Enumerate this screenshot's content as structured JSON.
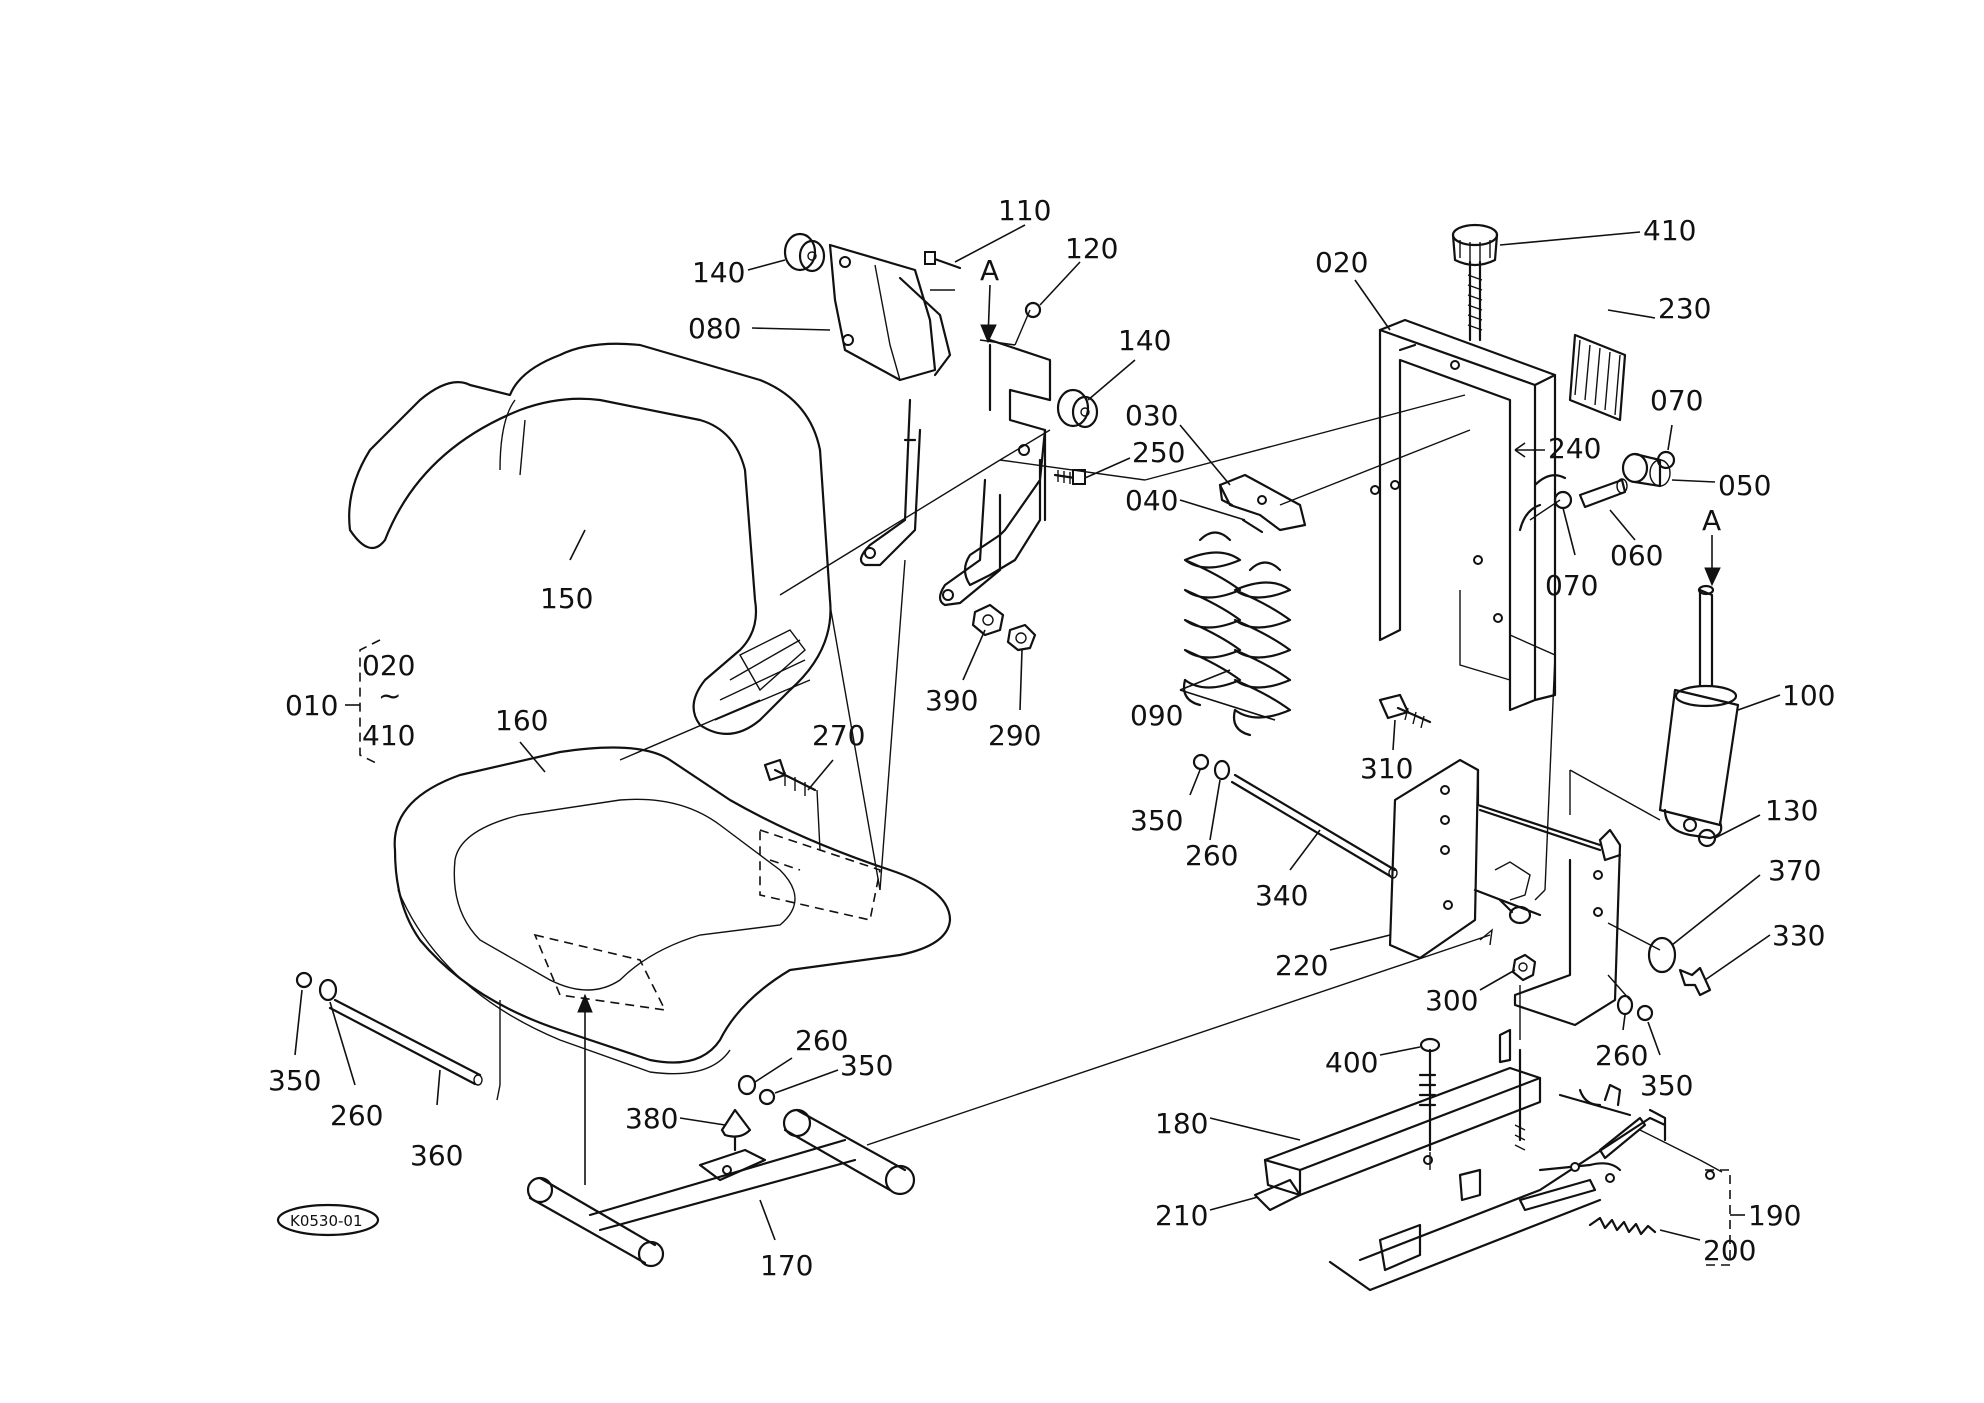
{
  "labels": {
    "p010": "010",
    "p020": "020",
    "p030": "030",
    "p040": "040",
    "p050": "050",
    "p060": "060",
    "p070a": "070",
    "p070b": "070",
    "p080": "080",
    "p090": "090",
    "p100": "100",
    "p110": "110",
    "p120": "120",
    "p130": "130",
    "p140a": "140",
    "p140b": "140",
    "p150": "150",
    "p160": "160",
    "p170": "170",
    "p180": "180",
    "p190": "190",
    "p200": "200",
    "p210": "210",
    "p220": "220",
    "p230": "230",
    "p240": "240",
    "p250": "250",
    "p260a": "260",
    "p260b": "260",
    "p260c": "260",
    "p260d": "260",
    "p270": "270",
    "p290": "290",
    "p300": "300",
    "p310": "310",
    "p330": "330",
    "p340": "340",
    "p350a": "350",
    "p350b": "350",
    "p350c": "350",
    "p350d": "350",
    "p360": "360",
    "p370": "370",
    "p380": "380",
    "p390": "390",
    "p400": "400",
    "p410": "410",
    "group_top": "020",
    "group_tilde": "~",
    "group_bottom": "410",
    "arrowA1": "A",
    "arrowA2": "A"
  },
  "diagram_code": "K0530-01"
}
